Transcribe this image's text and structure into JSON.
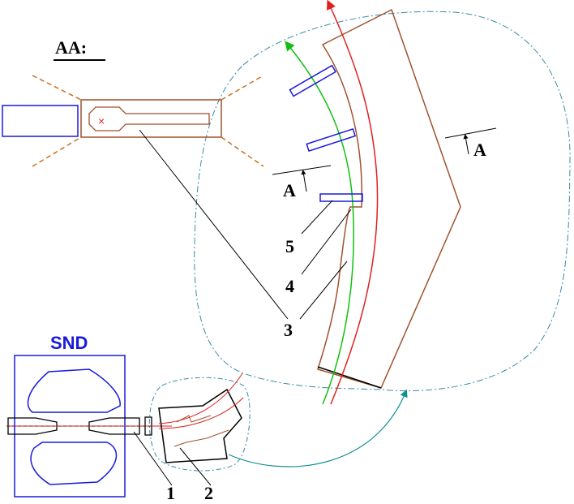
{
  "colors": {
    "background": "#ffffff",
    "brown": "#a0522d",
    "blue": "#1a1adc",
    "red": "#e02020",
    "green": "#10c010",
    "teal": "#129090",
    "dashed_orange": "#c87020",
    "dashdot_outline": "#3a8aa8",
    "black": "#000000"
  },
  "labels": {
    "section_title": "AA:",
    "detector_name": "SND",
    "section_marker_left": "A",
    "section_marker_right": "A",
    "item_1": "1",
    "item_2": "2",
    "item_3": "3",
    "item_4": "4",
    "item_5": "5",
    "beam_marker": "×"
  },
  "icons": {
    "arrow_section": "section-arrow-icon",
    "cross": "beam-cross-icon"
  }
}
